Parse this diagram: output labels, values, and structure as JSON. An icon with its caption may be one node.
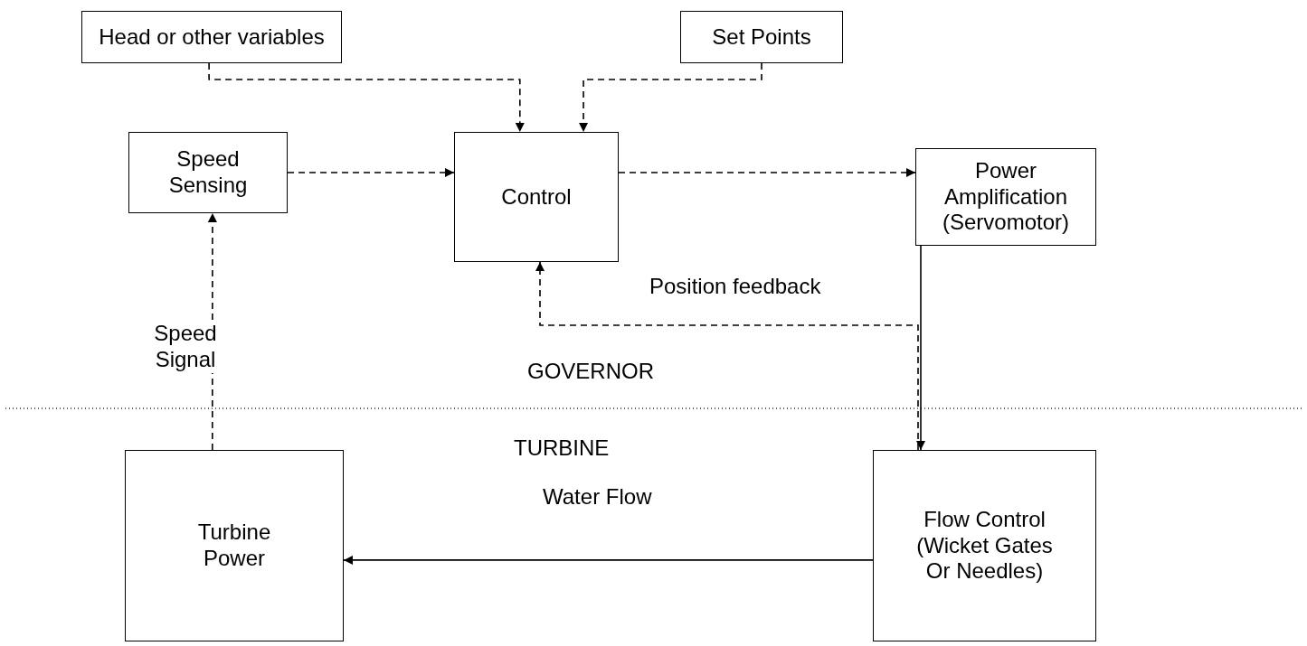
{
  "diagram": {
    "nodes": [
      {
        "text": [
          "Head or other variables"
        ]
      },
      {
        "text": [
          "Set Points"
        ]
      },
      {
        "text": [
          "Speed Sensing"
        ]
      },
      {
        "text": [
          "Control"
        ]
      },
      {
        "text": [
          "Power Amplification (Servomotor)"
        ]
      },
      {
        "text": [
          "Turbine Power"
        ]
      },
      {
        "text": [
          "Flow Control (Wicket Gates Or Needles)"
        ]
      }
    ],
    "edges": [
      {
        "from": 0,
        "to": 3,
        "arrow": "to",
        "style": "dashed"
      },
      {
        "from": 1,
        "to": 3,
        "arrow": "to",
        "style": "dashed"
      },
      {
        "from": 2,
        "to": 3,
        "arrow": "to",
        "style": "dashed"
      },
      {
        "from": 3,
        "to": 4,
        "arrow": "to",
        "style": "dashed"
      },
      {
        "from": 4,
        "to": 6,
        "arrow": "to"
      },
      {
        "from": 6,
        "to": 3,
        "arrow": "to",
        "style": "dashed",
        "label": "Position feedback"
      },
      {
        "from": 6,
        "to": 5,
        "arrow": "to",
        "label": "Water Flow"
      },
      {
        "from": 5,
        "to": 2,
        "arrow": "to",
        "style": "dashed",
        "label": "Speed Signal"
      }
    ],
    "labels": [
      "GOVERNOR",
      "TURBINE"
    ]
  }
}
